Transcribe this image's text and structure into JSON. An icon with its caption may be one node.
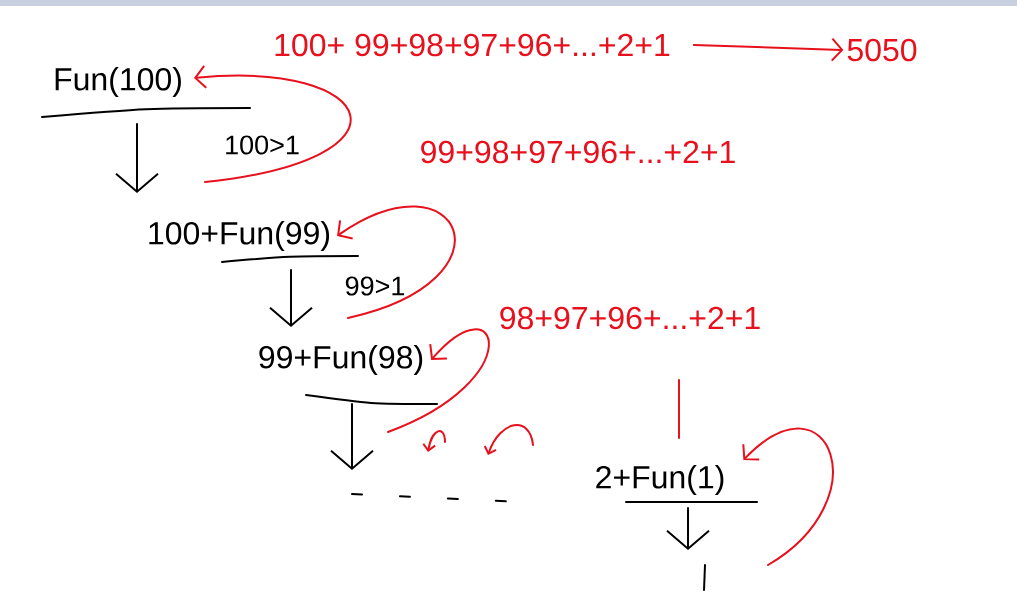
{
  "diagram": {
    "nodes": [
      {
        "text": [
          "Fun(100)"
        ]
      },
      {
        "text": [
          "100+Fun(99)"
        ]
      },
      {
        "text": [
          "99+Fun(98)"
        ]
      },
      {
        "text": [
          "2+Fun(1)"
        ]
      },
      {
        "text": [
          "100+ 99+98+97+96+...+2+1"
        ]
      },
      {
        "text": [
          "99+98+97+96+...+2+1"
        ]
      },
      {
        "text": [
          "98+97+96+...+2+1"
        ]
      },
      {
        "text": [
          "5050"
        ]
      }
    ],
    "edges": [
      {
        "from": 0,
        "to": 1,
        "arrow": "to",
        "color": "#000000"
      },
      {
        "from": 1,
        "to": 2,
        "arrow": "to",
        "color": "#000000"
      },
      {
        "from": 2,
        "to": null,
        "arrow": "to",
        "color": "#000000"
      },
      {
        "from": 3,
        "to": null,
        "arrow": "to",
        "color": "#000000"
      },
      {
        "from": 4,
        "to": 7,
        "arrow": "to"
      },
      {
        "from": null,
        "to": 0,
        "arrow": "to"
      },
      {
        "from": null,
        "to": 1,
        "arrow": "to"
      },
      {
        "from": null,
        "to": 2,
        "arrow": "to"
      },
      {
        "from": null,
        "to": 3,
        "arrow": "to"
      }
    ],
    "labels": [
      "100>1",
      "99>1"
    ]
  }
}
